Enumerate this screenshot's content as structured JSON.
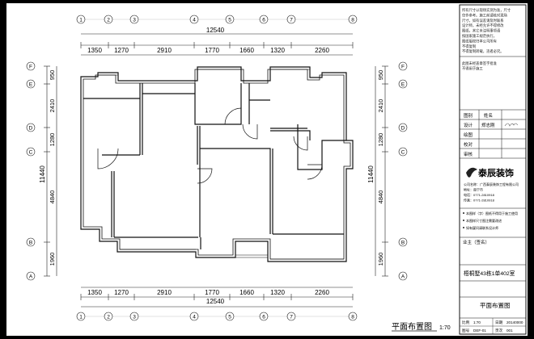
{
  "plan": {
    "title": "平面布置图",
    "scale": "1:70",
    "overall_dim": "12540",
    "overall_dim_vertical": "11440",
    "top_dims": [
      "1350",
      "1270",
      "2910",
      "1770",
      "1660",
      "1320",
      "2260"
    ],
    "bottom_dims": [
      "1350",
      "1270",
      "2910",
      "1770",
      "1660",
      "1320",
      "2260"
    ],
    "side_dims": [
      "950",
      "2410",
      "1280",
      "4840",
      "1960"
    ],
    "grid_numbers": [
      "1",
      "2",
      "3",
      "4",
      "5",
      "6",
      "7",
      "8"
    ],
    "grid_letters": [
      "F",
      "E",
      "D",
      "C",
      "B",
      "A"
    ]
  },
  "title_block": {
    "notes_top": [
      "所有尺寸以现场实测为准，尺寸",
      "仅作参考。施工前请核对现场",
      "尺寸，如有误差请及时联系",
      "设计师，未经允许不得修改",
      "图纸。其它未注明事项请",
      "按国家施工规范执行。",
      "图纸版权归本公司所有",
      "不得复制",
      "不得复制转载，违者必究。"
    ],
    "notes_mid": [
      "此图未经盖章签字批准",
      "不得用于施工"
    ],
    "row_labels": [
      "图别",
      "设计",
      "绘图",
      "校对",
      "审核"
    ],
    "col_header": "姓名",
    "designer_name": "郑志刚",
    "company_name": "泰辰装饰",
    "company_info": [
      "公司名称：广西泰辰装饰工程有限公司",
      "地址：南宁市",
      "电话：0771-2810918",
      "传真：0771-2810918"
    ],
    "legend_notes": [
      "本图样（字）图纸不得用于施工使用",
      "本图样尺寸图注需要改进",
      "如有疑问请联系设计师"
    ],
    "project_label": "业主（签名）",
    "project_name": "梧桐墅43栋1单402室",
    "drawing_name": "平面布置图",
    "footer": [
      {
        "k": "比例",
        "v": "1:70"
      },
      {
        "k": "日期",
        "v": "20140000"
      },
      {
        "k": "图号",
        "v": "DEF-01"
      },
      {
        "k": "页次",
        "v": "001"
      }
    ]
  }
}
